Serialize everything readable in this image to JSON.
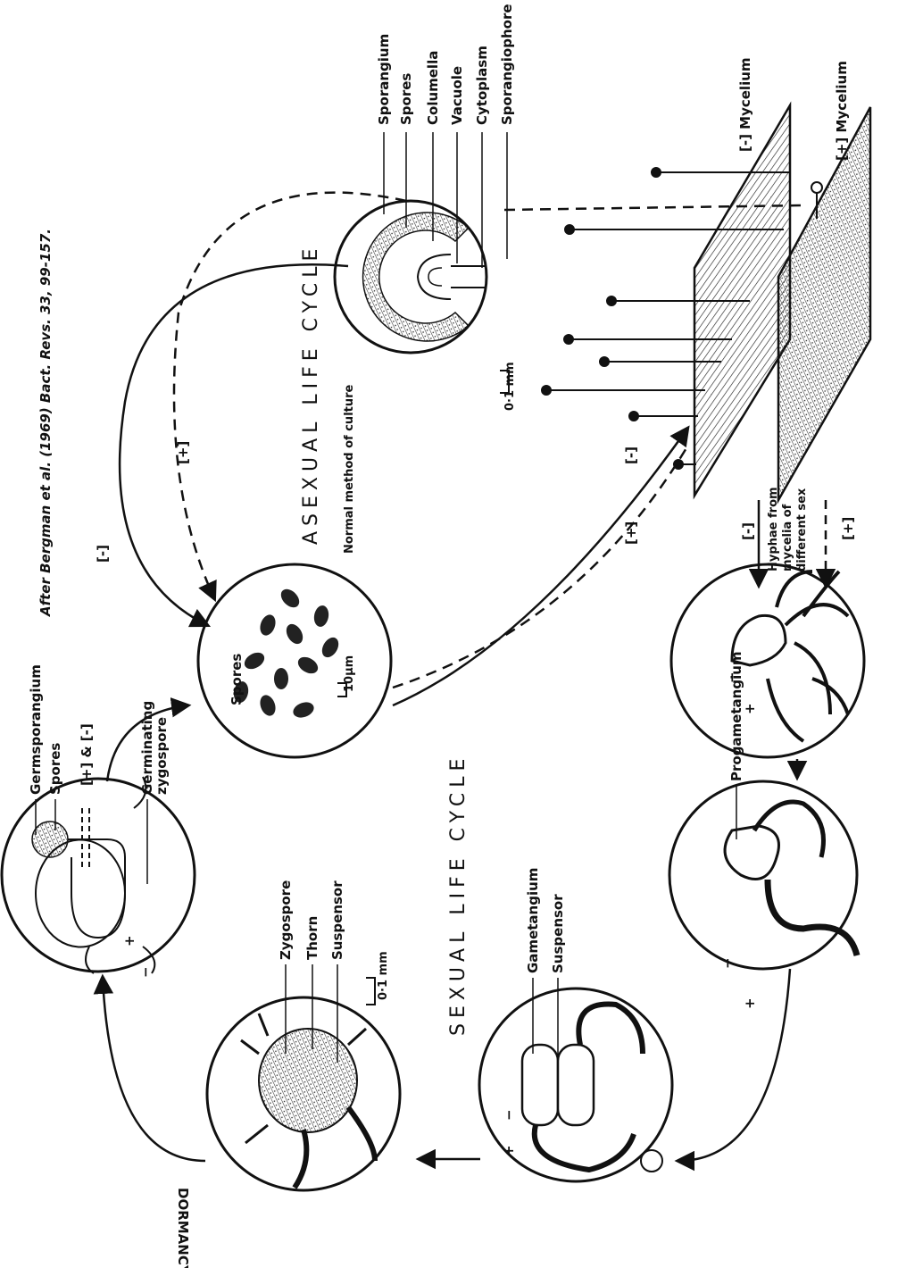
{
  "citation": "After Bergman et al. (1969) Bact. Revs. 33, 99-157.",
  "asexual": {
    "title": "ASEXUAL LIFE CYCLE",
    "subtitle": "Normal method of culture"
  },
  "sexual": {
    "title": "SEXUAL LIFE CYCLE"
  },
  "dormancy": "DORMANCY",
  "sporangium_labels": [
    "Sporangium",
    "Spores",
    "Columella",
    "Vacuole",
    "Cytoplasm",
    "Sporangiophore"
  ],
  "mycelium": {
    "minus": "[-] Mycelium",
    "plus": "[+] Mycelium",
    "scale": "0·1 mm",
    "hyphae_note": [
      "Hyphae from",
      "mycelia of",
      "different sex"
    ]
  },
  "spores": {
    "label": "Spores",
    "scale": "10μm"
  },
  "germ": {
    "germsporangium": "Germsporangium",
    "spores": "Spores",
    "germinating": [
      "Germinating",
      "zygospore"
    ],
    "plus_minus": "[+] & [-]"
  },
  "progametangium": "Progametangium",
  "gametangium": {
    "gametangium": "Gametangium",
    "suspensor": "Suspensor"
  },
  "zygospore": {
    "zygospore": "Zygospore",
    "thorn": "Thorn",
    "suspensor": "Suspensor",
    "scale": "0·1 mm"
  },
  "signs": {
    "minus": "[-]",
    "plus": "[+]",
    "minus_sym": "−",
    "plus_sym": "+"
  }
}
